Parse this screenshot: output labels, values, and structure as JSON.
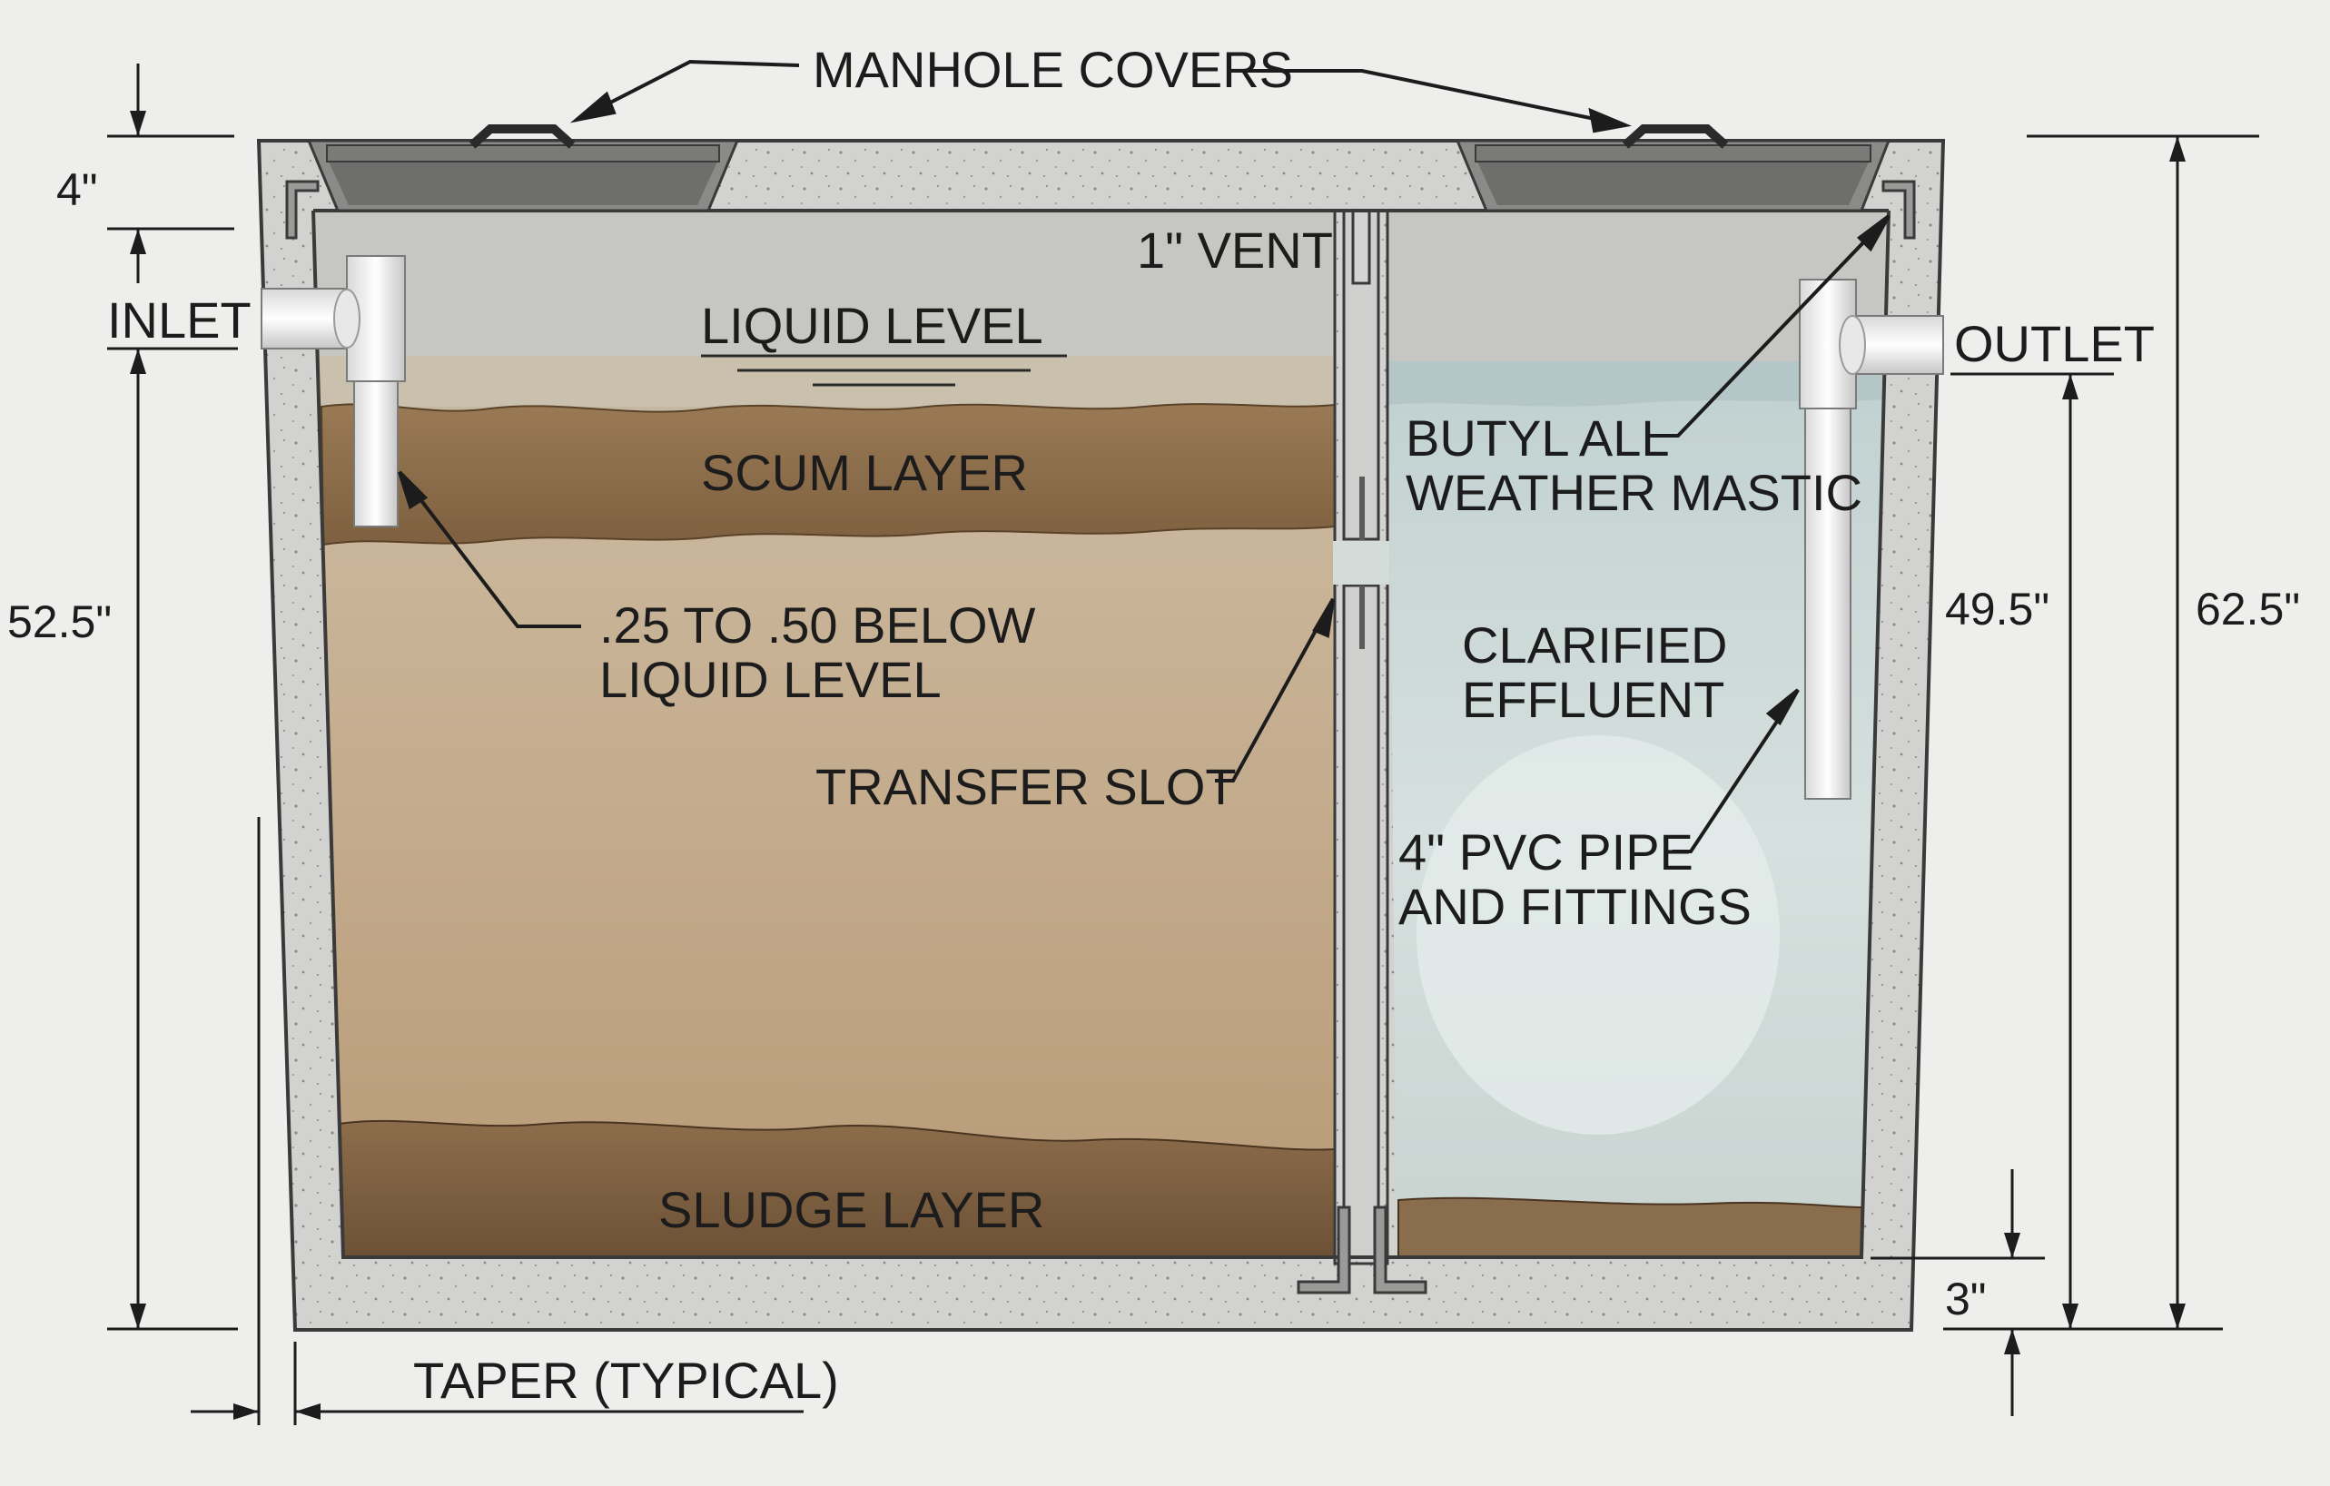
{
  "labels": {
    "manhole_covers": "MANHOLE COVERS",
    "vent": "1\" VENT",
    "inlet": "INLET",
    "outlet": "OUTLET",
    "liquid_level": "LIQUID LEVEL",
    "scum_layer": "SCUM LAYER",
    "below_liquid_line1": ".25 TO .50 BELOW",
    "below_liquid_line2": "LIQUID LEVEL",
    "butyl_line1": "BUTYL  ALL",
    "butyl_line2": "WEATHER MASTIC",
    "clarified_line1": "CLARIFIED",
    "clarified_line2": "EFFLUENT",
    "transfer_slot": "TRANSFER SLOT",
    "pvc_line1": "4\" PVC PIPE",
    "pvc_line2": "AND FITTINGS",
    "sludge_layer": "SLUDGE LAYER",
    "taper": "TAPER  (TYPICAL)"
  },
  "dimensions": {
    "lid": "4\"",
    "inlet_depth": "52.5\"",
    "outlet_depth": "49.5\"",
    "total_height": "62.5\"",
    "floor": "3\""
  },
  "colors": {
    "concrete": "#cfcfcd",
    "scum": "#8a6a48",
    "liquid": "#c2ad8e",
    "sludge": "#7a5c3c",
    "clarified": "#c8d6d4",
    "pipe": "#f2f2f2"
  }
}
